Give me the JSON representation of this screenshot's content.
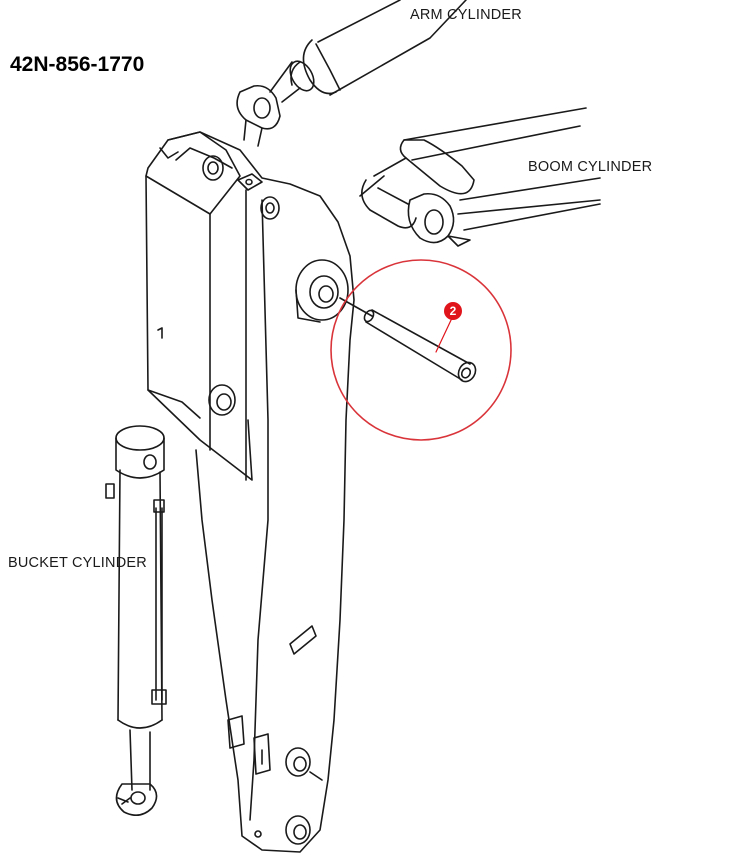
{
  "part_number": "42N-856-1770",
  "labels": {
    "arm_cylinder": "ARM CYLINDER",
    "boom_cylinder": "BOOM CYLINDER",
    "bucket_cylinder": "BUCKET CYLINDER"
  },
  "callout": {
    "number": "2",
    "color": "#e0141b",
    "circle_color": "#d9343a"
  },
  "line_color": "#1a1a1a"
}
